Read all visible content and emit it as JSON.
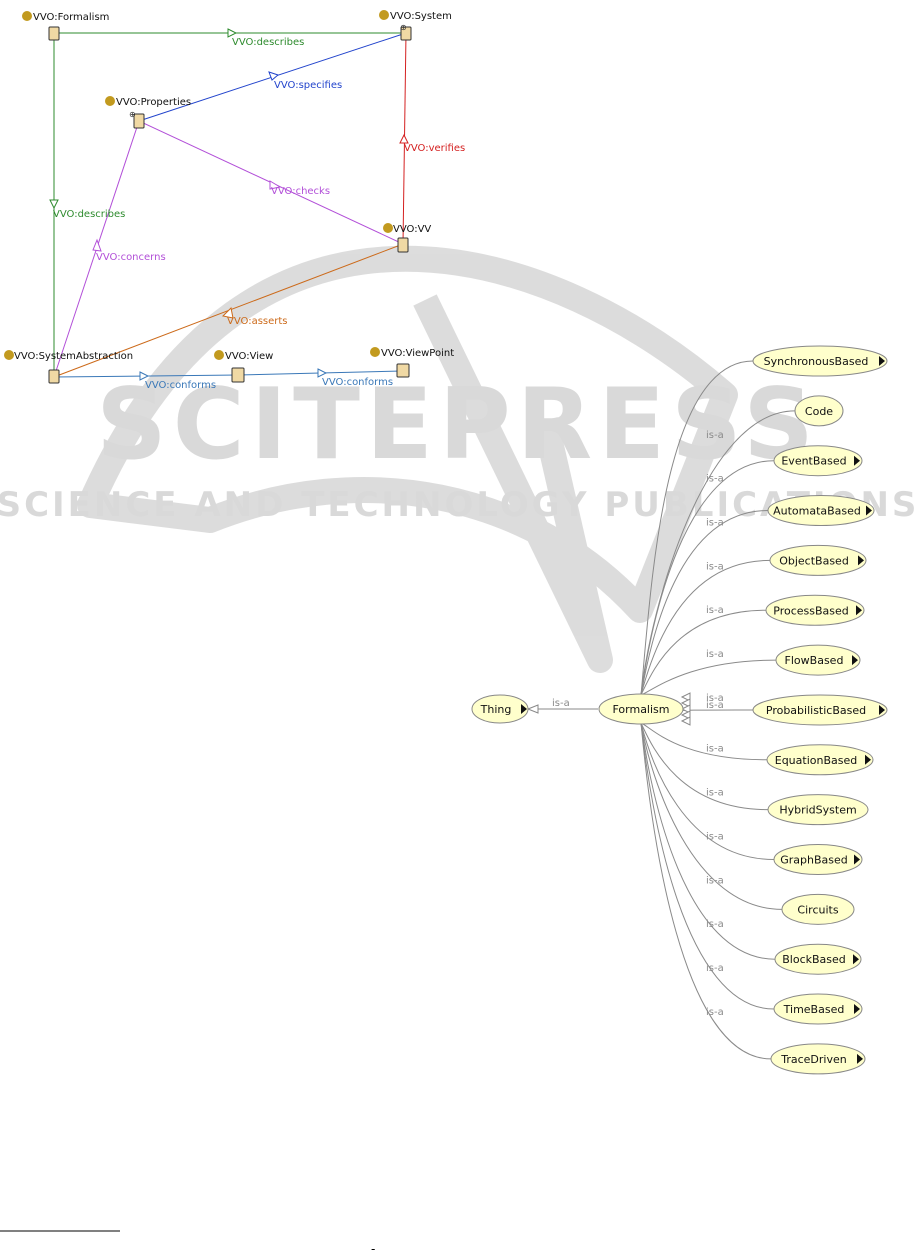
{
  "watermark": {
    "title": "SCITEPRESS",
    "subtitle": "SCIENCE AND TECHNOLOGY PUBLICATIONS"
  },
  "graph1": {
    "nodes": [
      {
        "id": "formalism",
        "label": "VVO:Formalism"
      },
      {
        "id": "system",
        "label": "VVO:System"
      },
      {
        "id": "properties",
        "label": "VVO:Properties"
      },
      {
        "id": "vv",
        "label": "VVO:VV"
      },
      {
        "id": "sysabs",
        "label": "VVO:SystemAbstraction"
      },
      {
        "id": "view",
        "label": "VVO:View"
      },
      {
        "id": "viewpoint",
        "label": "VVO:ViewPoint"
      }
    ],
    "edges": [
      {
        "id": "e1",
        "label": "VVO:describes",
        "color": "#2e8b2e"
      },
      {
        "id": "e2",
        "label": "VVO:describes",
        "color": "#2e8b2e"
      },
      {
        "id": "e3",
        "label": "VVO:specifies",
        "color": "#2244cc"
      },
      {
        "id": "e4",
        "label": "VVO:verifies",
        "color": "#d42020"
      },
      {
        "id": "e5",
        "label": "VVO:checks",
        "color": "#b24fd8"
      },
      {
        "id": "e6",
        "label": "VVO:concerns",
        "color": "#b24fd8"
      },
      {
        "id": "e7",
        "label": "VVO:asserts",
        "color": "#cc6a1a"
      },
      {
        "id": "e8",
        "label": "VVO:conforms",
        "color": "#3a78b8"
      },
      {
        "id": "e9",
        "label": "VVO:conforms",
        "color": "#3a78b8"
      }
    ]
  },
  "graph2": {
    "root": "Thing",
    "center": "Formalism",
    "relation": "is-a",
    "children": [
      "SynchronousBased",
      "Code",
      "EventBased",
      "AutomataBased",
      "ObjectBased",
      "ProcessBased",
      "FlowBased",
      "ProbabilisticBased",
      "EquationBased",
      "HybridSystem",
      "GraphBased",
      "Circuits",
      "BlockBased",
      "TimeBased",
      "TraceDriven"
    ],
    "expandable": [
      true,
      false,
      true,
      true,
      true,
      true,
      true,
      true,
      true,
      false,
      true,
      false,
      true,
      true,
      true
    ]
  },
  "footer": {
    "page_mark": "-"
  }
}
